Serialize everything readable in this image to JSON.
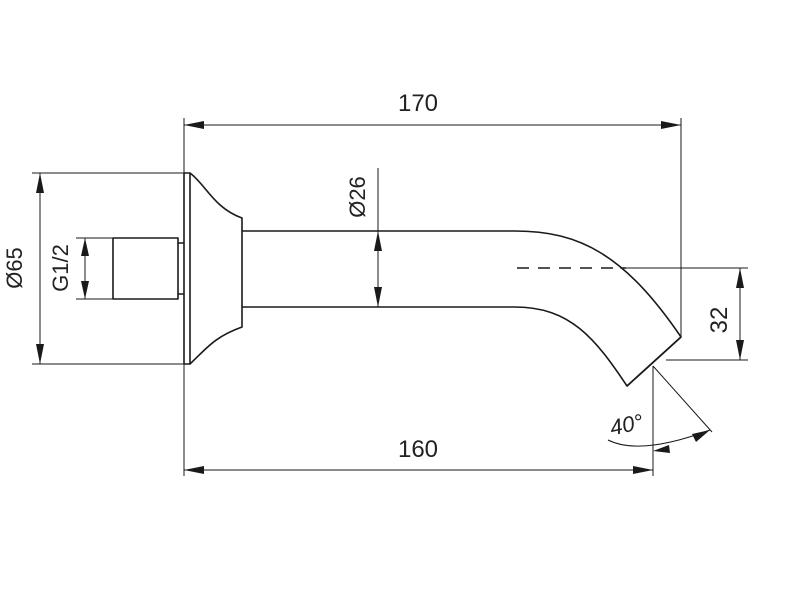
{
  "dimensions": {
    "overall_length": "170",
    "projection": "160",
    "flange_diameter": "Ø65",
    "thread": "G1/2",
    "spout_diameter": "Ø26",
    "outlet_offset": "32",
    "outlet_angle": "40°"
  }
}
